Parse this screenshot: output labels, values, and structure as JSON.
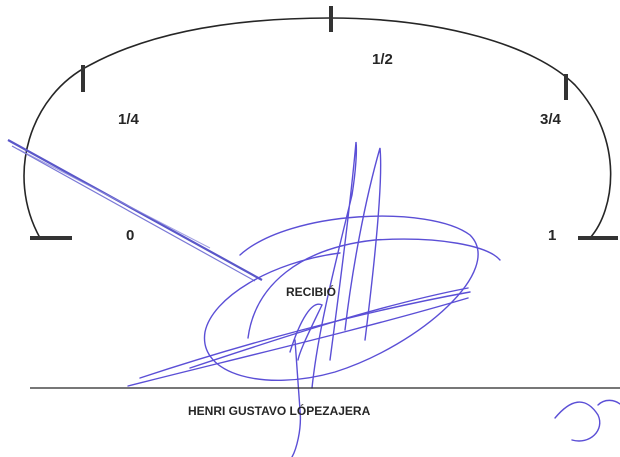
{
  "gauge": {
    "ticks": [
      {
        "label": "0",
        "fraction": 0
      },
      {
        "label": "1/4",
        "fraction": 0.25
      },
      {
        "label": "1/2",
        "fraction": 0.5
      },
      {
        "label": "3/4",
        "fraction": 0.75
      },
      {
        "label": "1",
        "fraction": 1
      }
    ],
    "needle_fraction": 0.1
  },
  "signature_block": {
    "received_label": "RECIBIÓ",
    "name": "HENRI GUSTAVO LÓPEZAJERA"
  },
  "colors": {
    "ink": "#262626",
    "needle": "#5a57c9",
    "signature_ink": "#5b4fd6"
  }
}
